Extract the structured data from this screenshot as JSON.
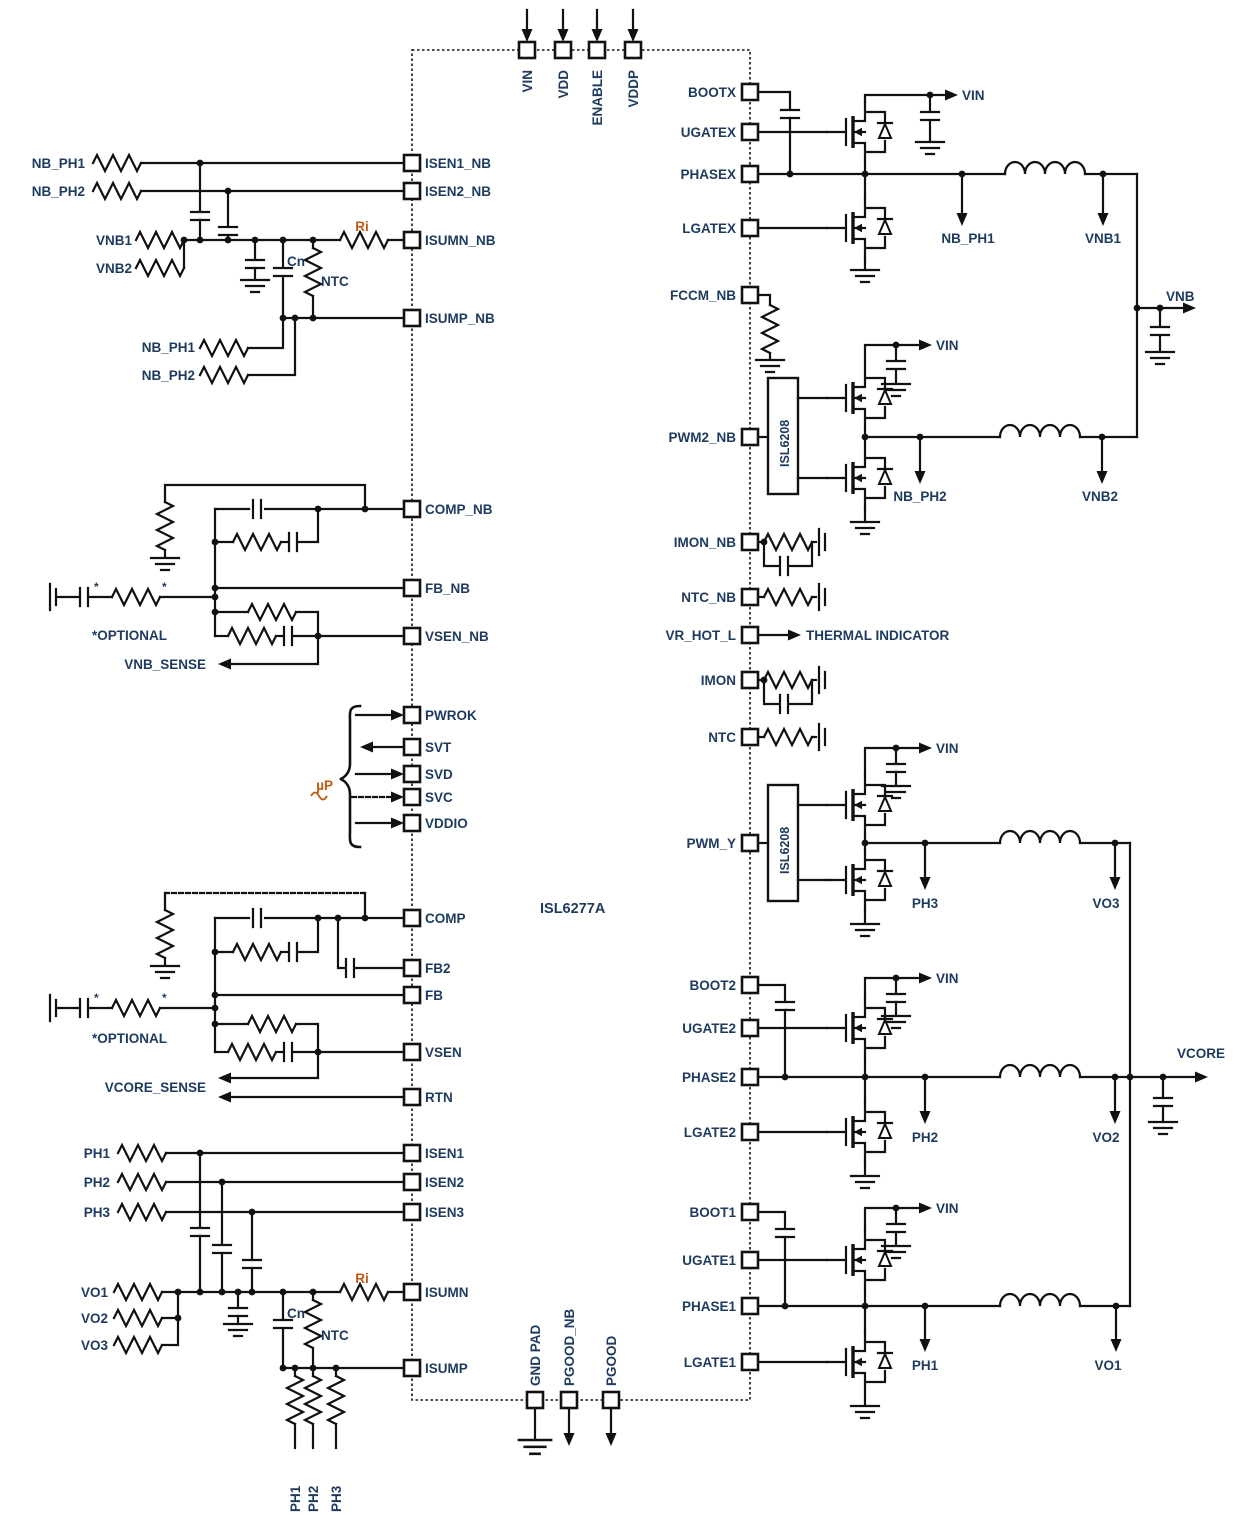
{
  "ic": {
    "part_number": "ISL6277A",
    "driver_part": "ISL6208"
  },
  "pins": {
    "top": [
      "VIN",
      "VDD",
      "ENABLE",
      "VDDP"
    ],
    "left": [
      "ISEN1_NB",
      "ISEN2_NB",
      "ISUMN_NB",
      "ISUMP_NB",
      "COMP_NB",
      "FB_NB",
      "VSEN_NB",
      "PWROK",
      "SVT",
      "SVD",
      "SVC",
      "VDDIO",
      "COMP",
      "FB2",
      "FB",
      "VSEN",
      "RTN",
      "ISEN1",
      "ISEN2",
      "ISEN3",
      "ISUMN",
      "ISUMP"
    ],
    "right": [
      "BOOTX",
      "UGATEX",
      "PHASEX",
      "LGATEX",
      "FCCM_NB",
      "PWM2_NB",
      "IMON_NB",
      "NTC_NB",
      "VR_HOT_L",
      "IMON",
      "NTC",
      "PWM_Y",
      "BOOT2",
      "UGATE2",
      "PHASE2",
      "LGATE2",
      "BOOT1",
      "UGATE1",
      "PHASE1",
      "LGATE1"
    ],
    "bottom": [
      "GND PAD",
      "PGOOD_NB",
      "PGOOD"
    ]
  },
  "nets": {
    "vin": "VIN",
    "vnb": "VNB",
    "vnb1": "VNB1",
    "vnb2": "VNB2",
    "nb_ph1": "NB_PH1",
    "nb_ph2": "NB_PH2",
    "vcore": "VCORE",
    "ph1": "PH1",
    "ph2": "PH2",
    "ph3": "PH3",
    "vo1": "VO1",
    "vo2": "VO2",
    "vo3": "VO3",
    "vnb_sense": "VNB_SENSE",
    "vcore_sense": "VCORE_SENSE"
  },
  "components": {
    "ri": "Ri",
    "cn": "Cn",
    "ntc": "NTC"
  },
  "annotations": {
    "optional": "*OPTIONAL",
    "micro": "µP",
    "thermal": "THERMAL INDICATOR",
    "asterisk": "*"
  },
  "colors": {
    "label": "#1d3a5f",
    "accent": "#c05a11",
    "line": "#111111"
  }
}
